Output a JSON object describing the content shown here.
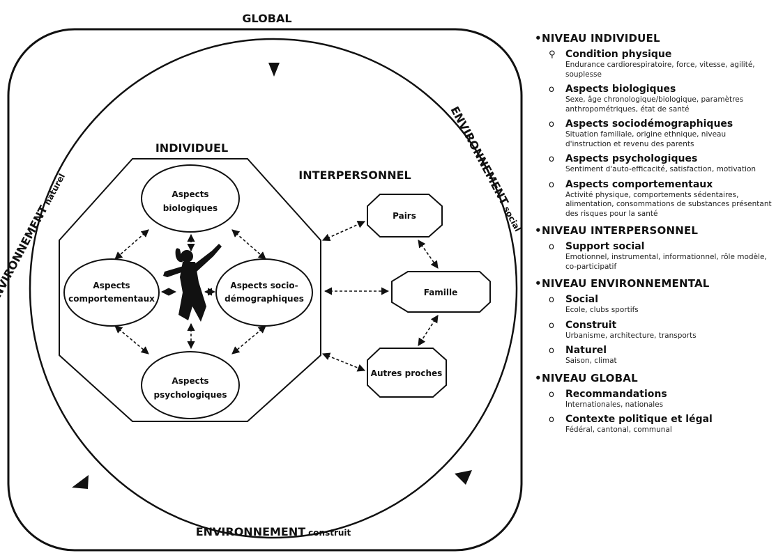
{
  "diagram": {
    "global_label": "GLOBAL",
    "env_naturel_main": "ENVIRONNEMENT",
    "env_naturel_suffix": "naturel",
    "env_social_main": "ENVIRONNEMENT",
    "env_social_suffix": "social",
    "env_construit_main": "ENVIRONNEMENT",
    "env_construit_suffix": "construit",
    "individuel_label": "INDIVIDUEL",
    "interpersonnel_label": "INTERPERSONNEL",
    "aspects": {
      "bio_1": "Aspects",
      "bio_2": "biologiques",
      "comp_1": "Aspects",
      "comp_2": "comportementaux",
      "socio_1": "Aspects socio-",
      "socio_2": "démographiques",
      "psy_1": "Aspects",
      "psy_2": "psychologiques"
    },
    "boxes": {
      "pairs": "Pairs",
      "famille": "Famille",
      "autres": "Autres proches"
    }
  },
  "legend": {
    "levels": [
      {
        "title": "NIVEAU INDIVIDUEL",
        "items": [
          {
            "mark": "⚲",
            "title": "Condition physique",
            "desc": "Endurance cardiorespiratoire, force, vitesse, agilité, souplesse"
          },
          {
            "mark": "o",
            "title": "Aspects biologiques",
            "desc": "Sexe, âge chronologique/biologique, paramètres anthropométriques, état de santé"
          },
          {
            "mark": "o",
            "title": "Aspects sociodémographiques",
            "desc": "Situation familiale, origine ethnique, niveau d'instruction et revenu des parents"
          },
          {
            "mark": "o",
            "title": "Aspects psychologiques",
            "desc": "Sentiment d'auto-efficacité, satisfaction, motivation"
          },
          {
            "mark": "o",
            "title": "Aspects comportementaux",
            "desc": "Activité physique, comportements sédentaires, alimentation, consommations de substances présentant des risques pour la santé"
          }
        ]
      },
      {
        "title": "NIVEAU INTERPERSONNEL",
        "items": [
          {
            "mark": "o",
            "title": "Support social",
            "desc": "Emotionnel, instrumental, informationnel, rôle modèle, co-participatif"
          }
        ]
      },
      {
        "title": "NIVEAU ENVIRONNEMENTAL",
        "items": [
          {
            "mark": "o",
            "title": "Social",
            "desc": "Ecole, clubs sportifs"
          },
          {
            "mark": "o",
            "title": "Construit",
            "desc": "Urbanisme, architecture, transports"
          },
          {
            "mark": "o",
            "title": "Naturel",
            "desc": "Saison, climat"
          }
        ]
      },
      {
        "title": "NIVEAU GLOBAL",
        "items": [
          {
            "mark": "o",
            "title": "Recommandations",
            "desc": "Internationales, nationales"
          },
          {
            "mark": "o",
            "title": "Contexte politique et légal",
            "desc": "Fédéral, cantonal, communal"
          }
        ]
      }
    ]
  }
}
